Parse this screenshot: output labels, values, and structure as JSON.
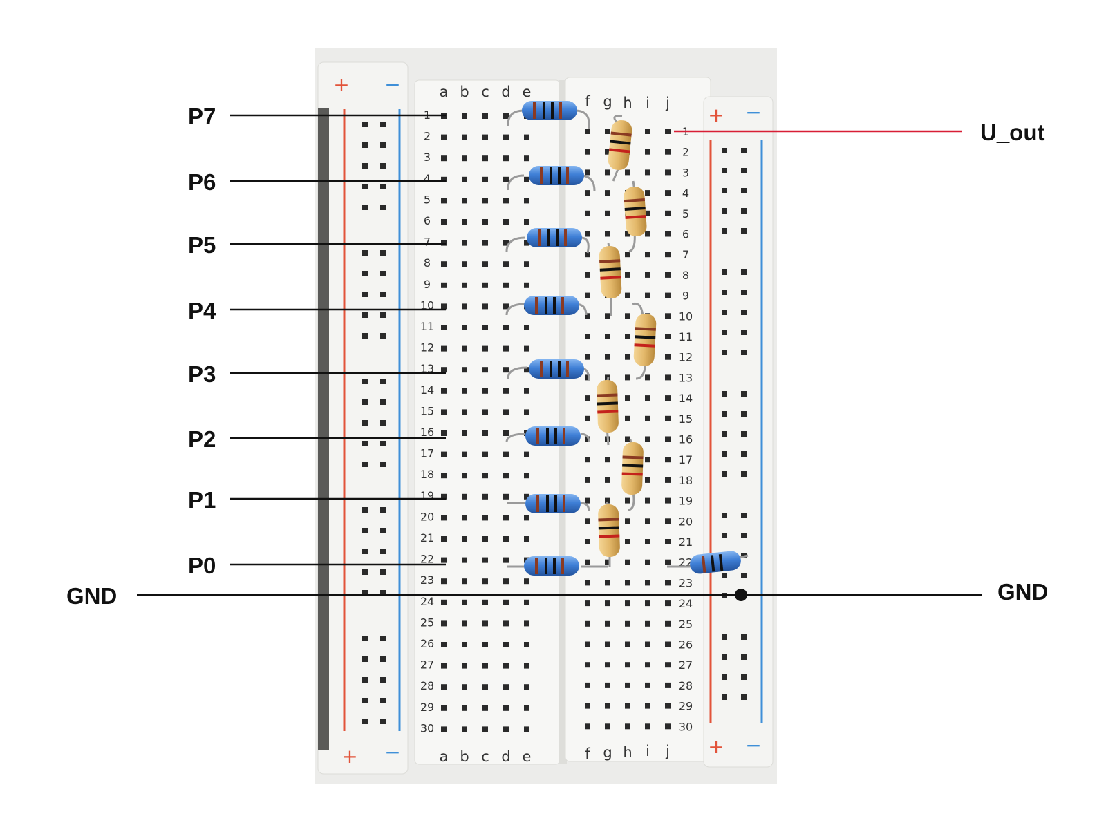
{
  "labels": {
    "left": [
      "P7",
      "P6",
      "P5",
      "P4",
      "P3",
      "P2",
      "P1",
      "P0"
    ],
    "gnd_left": "GND",
    "gnd_right": "GND",
    "out": "U_out"
  },
  "breadboard": {
    "columns_left": [
      "a",
      "b",
      "c",
      "d",
      "e"
    ],
    "columns_right": [
      "f",
      "g",
      "h",
      "i",
      "j"
    ],
    "row_numbers": [
      "1",
      "2",
      "3",
      "4",
      "5",
      "6",
      "7",
      "8",
      "9",
      "10",
      "11",
      "12",
      "13",
      "14",
      "15",
      "16",
      "17",
      "18",
      "19",
      "20",
      "21",
      "22",
      "23",
      "24",
      "25",
      "26",
      "27",
      "28",
      "29",
      "30"
    ],
    "rail_plus": "+",
    "rail_minus": "−",
    "bit_rows": [
      1,
      4,
      7,
      10,
      13,
      16,
      19,
      22
    ],
    "gnd_row": 23
  },
  "colors": {
    "out_line": "#d81e35",
    "rail_red": "#e2533a",
    "rail_blue": "#3f8fd8",
    "resistor_blue": "#3f7fd6",
    "resistor_tan": "#e3b86a"
  }
}
